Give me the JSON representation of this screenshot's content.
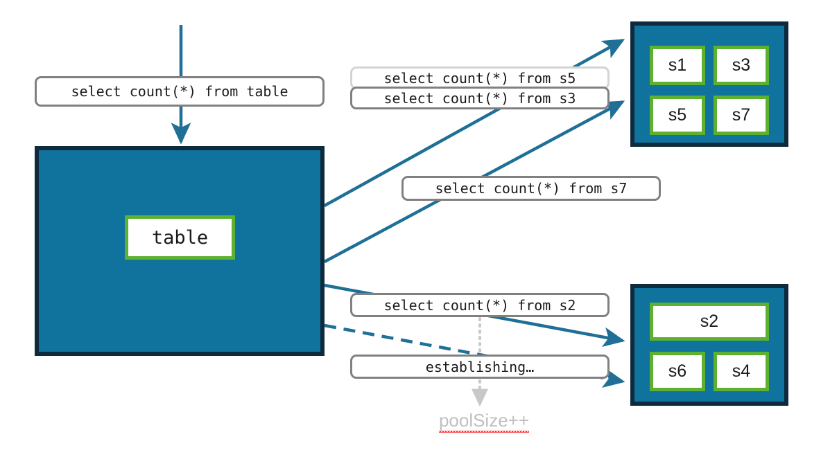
{
  "diagram": {
    "title": "connection pool query routing diagram",
    "colors": {
      "teal_fill": "#10739E",
      "dark_navy_border": "#0E2A3C",
      "green_border": "#5EB130",
      "arrow_blue": "#1F6F96",
      "label_border_gray": "#808080",
      "label_border_light_gray": "#d4d4d4",
      "poolsize_text_gray": "#c0c0c0",
      "spellcheck_red": "#ff2020"
    }
  },
  "table_side": {
    "incoming_label": "select count(*) from table",
    "node_label": "table"
  },
  "pool_top": {
    "nodes": [
      {
        "label": "s1"
      },
      {
        "label": "s3"
      },
      {
        "label": "s5"
      },
      {
        "label": "s7"
      }
    ]
  },
  "pool_bottom": {
    "nodes": [
      {
        "label": "s2"
      },
      {
        "label": "s6"
      },
      {
        "label": "s4"
      }
    ]
  },
  "query_labels": {
    "s5": "select count(*) from s5",
    "s3": "select count(*) from s3",
    "s7": "select count(*) from s7",
    "s2": "select count(*) from s2",
    "establishing": "establishing…"
  },
  "annotations": {
    "poolsize": "poolSize++"
  }
}
